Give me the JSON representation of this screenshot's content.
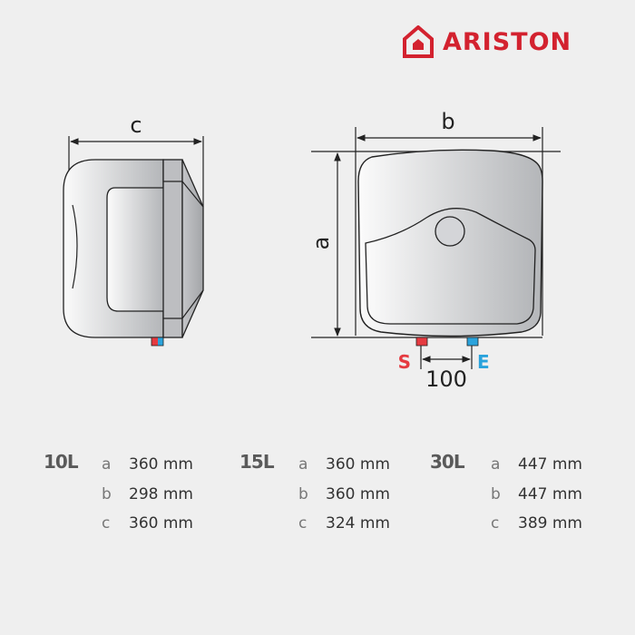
{
  "brand": {
    "name": "ARISTON",
    "color": "#d3222f",
    "icon": "house-icon"
  },
  "diagram": {
    "side_view": {
      "dimension_label": "c"
    },
    "front_view": {
      "width_label": "b",
      "height_label": "a",
      "outlet_label": "S",
      "inlet_label": "E",
      "pipe_spacing": "100",
      "outlet_color": "#e53a40",
      "inlet_color": "#2aa3dc"
    }
  },
  "specs": [
    {
      "capacity": "10L",
      "rows": [
        {
          "label": "a",
          "value": "360 mm"
        },
        {
          "label": "b",
          "value": "298 mm"
        },
        {
          "label": "c",
          "value": "360 mm"
        }
      ]
    },
    {
      "capacity": "15L",
      "rows": [
        {
          "label": "a",
          "value": "360 mm"
        },
        {
          "label": "b",
          "value": "360 mm"
        },
        {
          "label": "c",
          "value": "324 mm"
        }
      ]
    },
    {
      "capacity": "30L",
      "rows": [
        {
          "label": "a",
          "value": "447 mm"
        },
        {
          "label": "b",
          "value": "447 mm"
        },
        {
          "label": "c",
          "value": "389 mm"
        }
      ]
    }
  ]
}
